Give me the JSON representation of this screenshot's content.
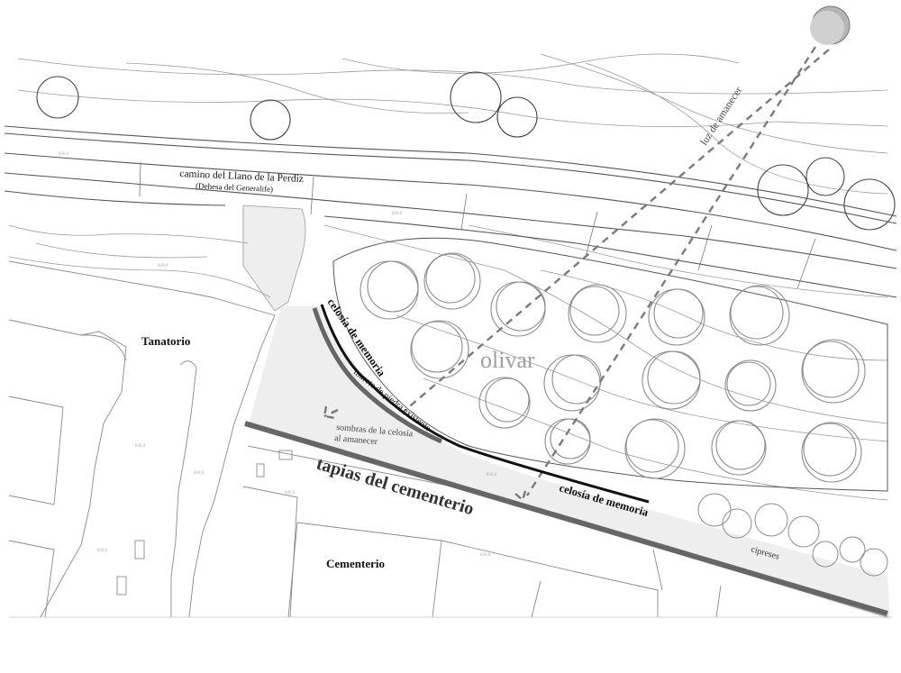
{
  "labels": {
    "road_name": "camino del Llano de la Perdiz",
    "road_subname": "(Dehesa del Generalife)",
    "tanatorio": "Tanatorio",
    "cementerio": "Cementerio",
    "tapias": "tapias del cementerio",
    "celosia_1": "celosía de memoria",
    "celosia_2": "celosía de memoria",
    "murete": "murete de piedra existente",
    "sombras_line1": "sombras de la celosía",
    "sombras_line2": "al amanecer",
    "olivar": "olivar",
    "luz": "luz de amanecer",
    "cipreses": "cipreses"
  },
  "colors": {
    "wall": "#666666",
    "lattice": "#111111",
    "paving": "#eeeeee",
    "sun": "#b5b5b5",
    "olivar_text": "#9e9e9e"
  }
}
